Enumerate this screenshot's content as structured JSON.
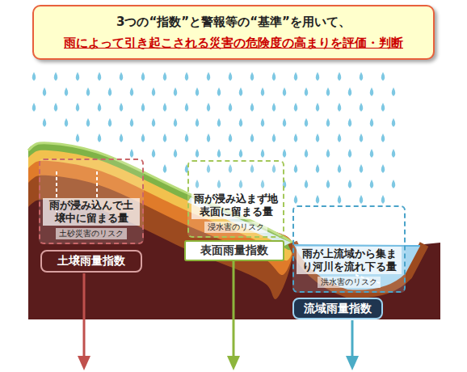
{
  "diagram": {
    "nodes": [
      {
        "text": [
          "3つの“指数”と警報等の“基準”を用いて、",
          "雨によって引き起こされる災害の危険度の高まりを評価・判断"
        ]
      },
      {
        "text": [
          "雨が浸み込んで土壌中に留まる量",
          "土砂災害のリスク"
        ]
      },
      {
        "text": [
          "土壌雨量指数"
        ]
      },
      {
        "text": [
          "雨が浸み込まず地表面に留まる量",
          "浸水害のリスク"
        ]
      },
      {
        "text": [
          "表面雨量指数"
        ]
      },
      {
        "text": [
          "雨が上流域から集まり河川を流れ下る量",
          "洪水害のリスク"
        ]
      },
      {
        "text": [
          "流域雨量指数"
        ]
      }
    ]
  }
}
